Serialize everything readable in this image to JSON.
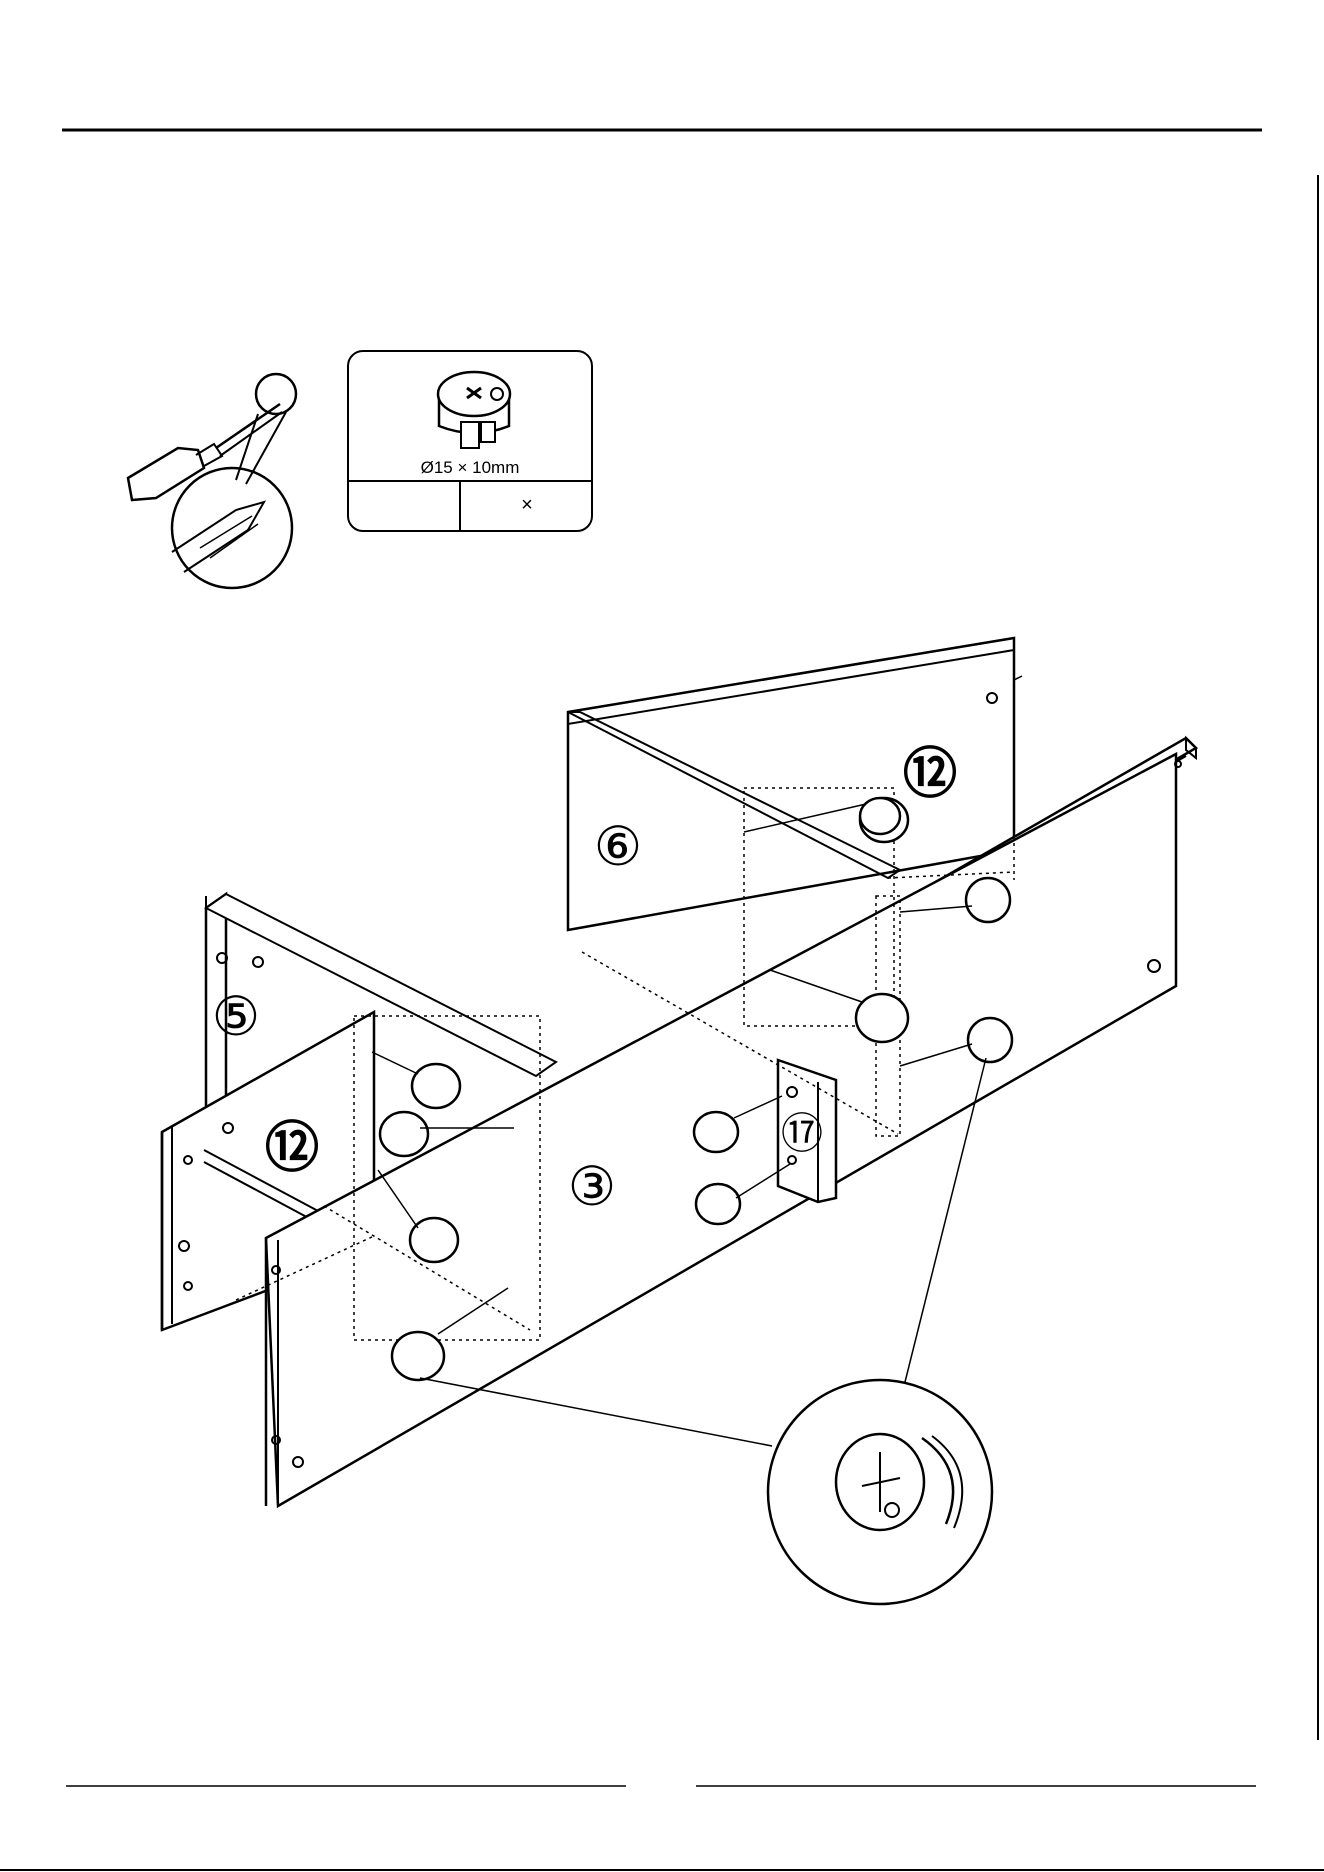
{
  "hardware": {
    "size": "Ø15 × 10mm",
    "quantity_left": "",
    "quantity_symbol": "×",
    "part_name": "cam-lock"
  },
  "parts": {
    "p6": "⑥",
    "p12_top": "⑫",
    "p5": "⑤",
    "p12_left": "⑫",
    "p3": "③",
    "p17": "⑰"
  },
  "icons": {
    "tool": "screwdriver-icon",
    "detail": "cam-lock-detail-icon"
  },
  "colors": {
    "ink": "#000000",
    "paper": "#ffffff"
  }
}
